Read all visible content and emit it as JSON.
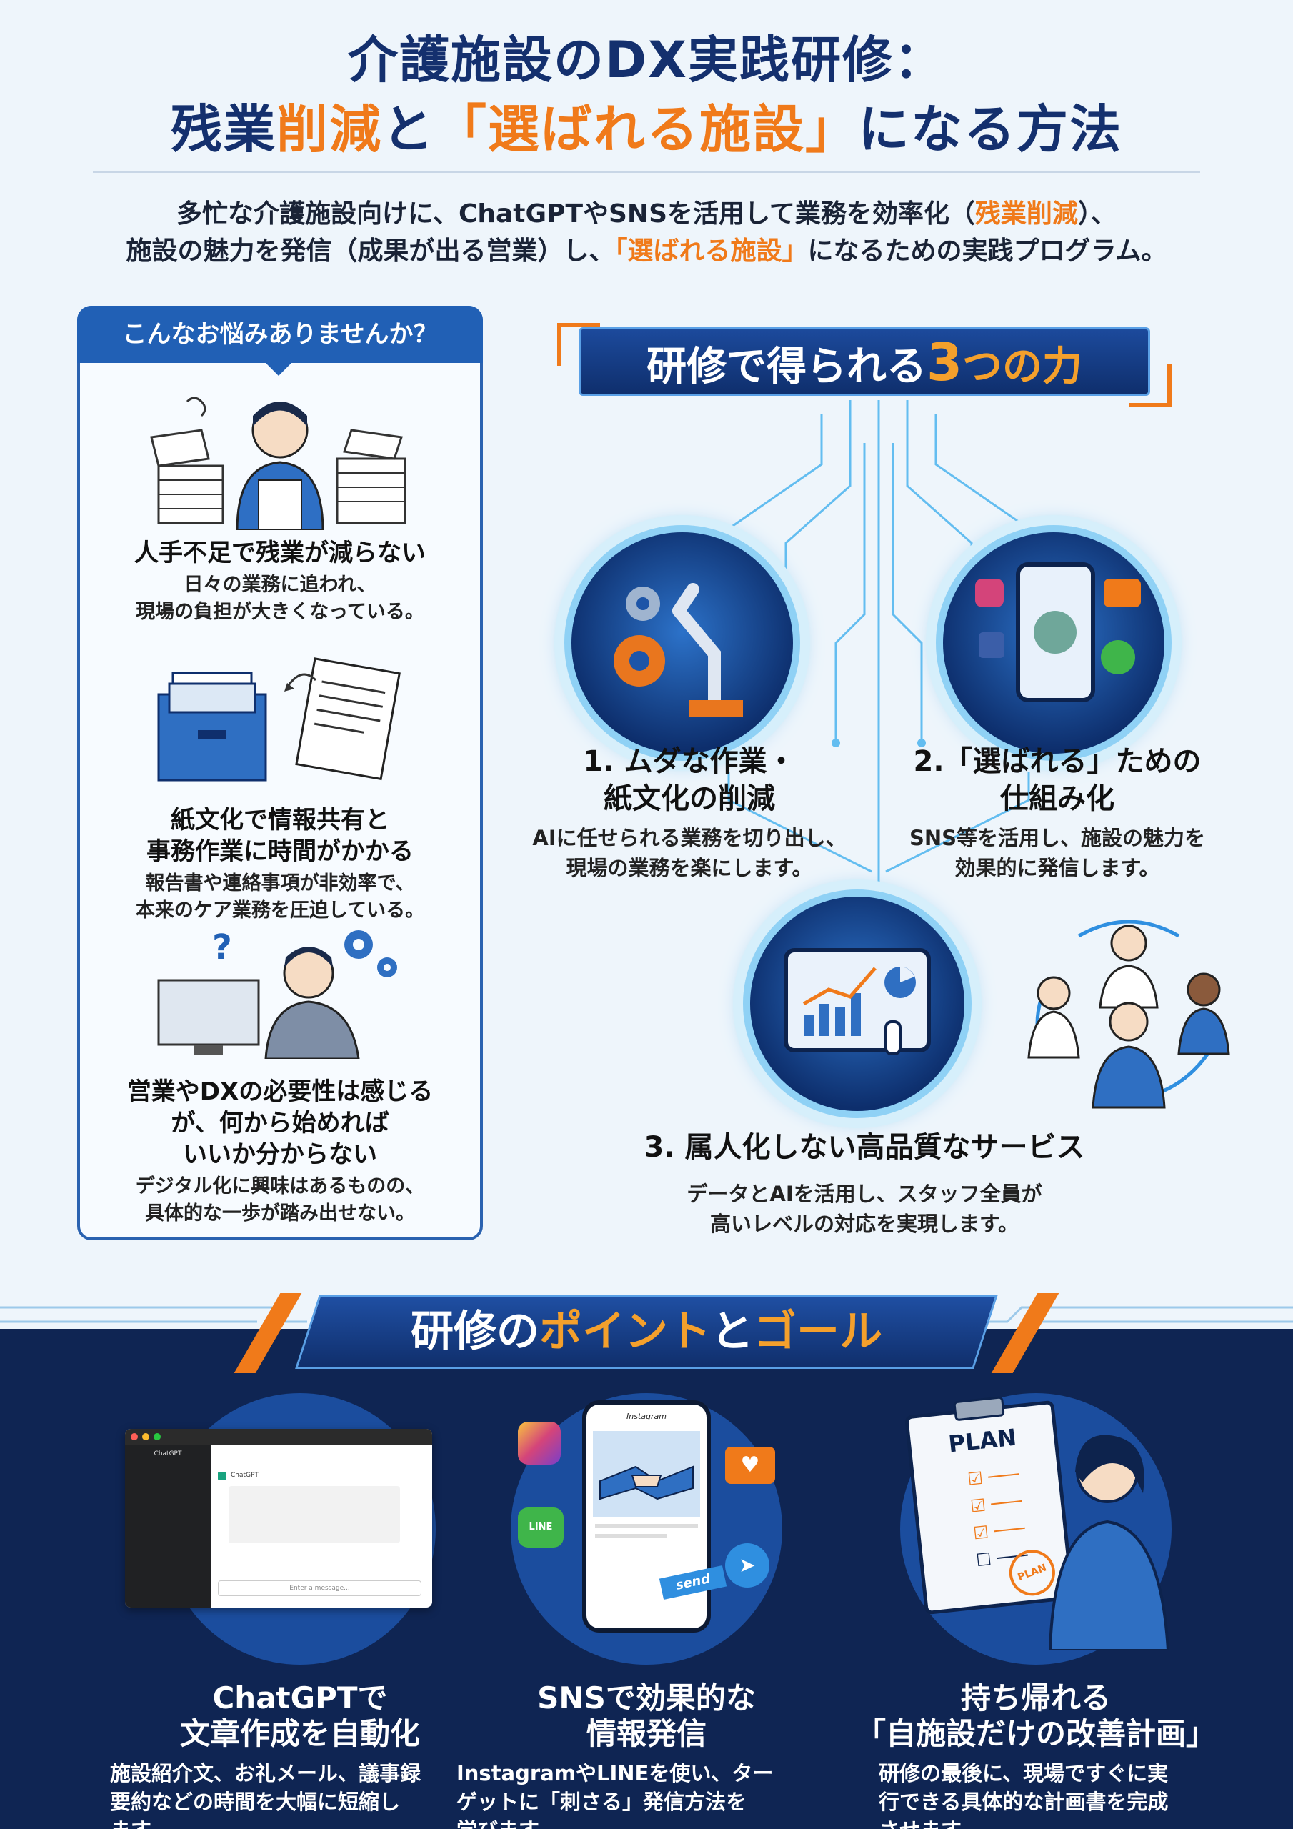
{
  "header": {
    "title_line1": "介護施設のDX実践研修：",
    "title_line2_a": "残業",
    "title_line2_b": "削減",
    "title_line2_c": "と",
    "title_line2_d": "「選ばれる施設」",
    "title_line2_e": "になる方法",
    "intro_line1_a": "多忙な介護施設向けに、ChatGPTやSNSを活用して業務を効率化（",
    "intro_line1_b": "残業削減",
    "intro_line1_c": "）、",
    "intro_line2_a": "施設の魅力を発信（成果が出る営業）し、",
    "intro_line2_b": "「選ばれる施設」",
    "intro_line2_c": "になるための実践プログラム。"
  },
  "worries": {
    "heading": "こんなお悩みありませんか？",
    "items": [
      {
        "title": "人手不足で残業が減らない",
        "desc": [
          "日々の業務に追われ、",
          "現場の負担が大きくなっている。"
        ]
      },
      {
        "title": [
          "紙文化で情報共有と",
          "事務作業に時間がかかる"
        ],
        "desc": [
          "報告書や連絡事項が非効率で、",
          "本来のケア業務を圧迫している。"
        ]
      },
      {
        "title": [
          "営業やDXの必要性は感じる",
          "が、何から始めれば",
          "いいか分からない"
        ],
        "desc": [
          "デジタル化に興味はあるものの、",
          "具体的な一歩が踏み出せない。"
        ]
      }
    ]
  },
  "power": {
    "banner_a": "研修で得られる",
    "banner_num": "3",
    "banner_b": "つの力",
    "items": [
      {
        "title": [
          "1. ムダな作業・",
          "紙文化の削減"
        ],
        "desc": [
          "AIに任せられる業務を切り出し、",
          "現場の業務を楽にします。"
        ]
      },
      {
        "title": [
          "2.「選ばれる」ための",
          "仕組み化"
        ],
        "desc": [
          "SNS等を活用し、施設の魅力を",
          "効果的に発信します。"
        ]
      },
      {
        "title": [
          "3. 属人化しない高品質なサービス"
        ],
        "desc": [
          "データとAIを活用し、スタッフ全員が",
          "高いレベルの対応を実現します。"
        ]
      }
    ]
  },
  "goals": {
    "banner_a": "研修の",
    "banner_b": "ポイント",
    "banner_c": "と",
    "banner_d": "ゴール",
    "items": [
      {
        "title": [
          "ChatGPTで",
          "文章作成を自動化"
        ],
        "desc": [
          "施設紹介文、お礼メール、議事録",
          "要約などの時間を大幅に短縮し",
          "ます。"
        ]
      },
      {
        "title": [
          "SNSで効果的な",
          "情報発信"
        ],
        "desc": [
          "InstagramやLINEを使い、ター",
          "ゲットに「刺さる」発信方法を",
          "学びます。"
        ]
      },
      {
        "title": [
          "持ち帰れる",
          "「自施設だけの改善計画」"
        ],
        "desc": [
          "研修の最後に、現場ですぐに実",
          "行できる具体的な計画書を完成",
          "させます。"
        ]
      }
    ]
  },
  "illustration_text": {
    "chatgpt_app": "ChatGPT",
    "chatgpt_label": "ChatGPT",
    "chatgpt_input": "Enter a message...",
    "instagram": "Instagram",
    "line": "LINE",
    "send": "send",
    "plan": "PLAN",
    "plan_stamp": "PLAN"
  },
  "colors": {
    "navy": "#14306e",
    "orange": "#f07a1a",
    "bottom_bg": "#0f2553",
    "accent_blue": "#2160b5"
  }
}
